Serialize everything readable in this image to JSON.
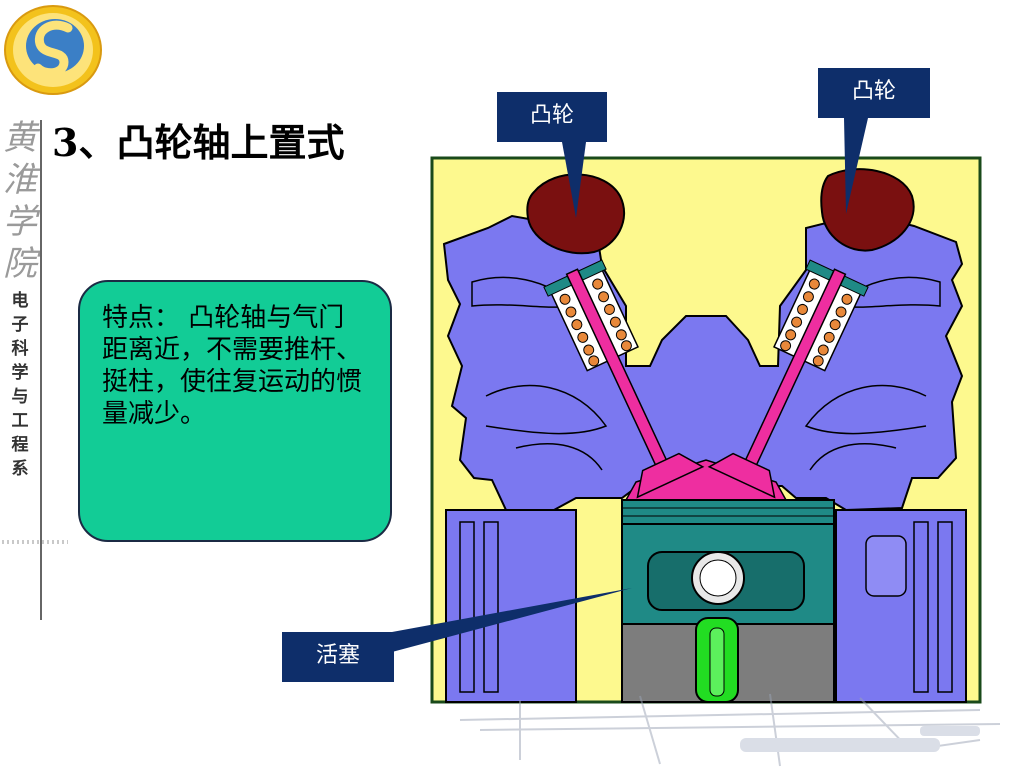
{
  "slide": {
    "title": "3、凸轮轴上置式",
    "feature_text": "特点： 凸轮轴与气门距离近，不需要推杆、挺柱，使往复运动的惯量减少。"
  },
  "sidebar": {
    "brand_lines": [
      "黄",
      "淮",
      "学",
      "院"
    ],
    "dept_chars": [
      "电",
      "子",
      "科",
      "学",
      "与",
      "工",
      "程",
      "系"
    ]
  },
  "diagram": {
    "labels": {
      "cam_left": "凸轮",
      "cam_right": "凸轮",
      "piston": "活塞"
    }
  },
  "colors": {
    "feature_box": "#12cc96",
    "callout": "#0e2e6a",
    "diagram_bg": "#fdf98e",
    "engine_block": "#7b78f0",
    "cam": "#7a1010",
    "valve": "#ee2ea0",
    "piston": "#1f8a86",
    "connecting_rod": "#22dd22",
    "spring": "#e8883a"
  }
}
